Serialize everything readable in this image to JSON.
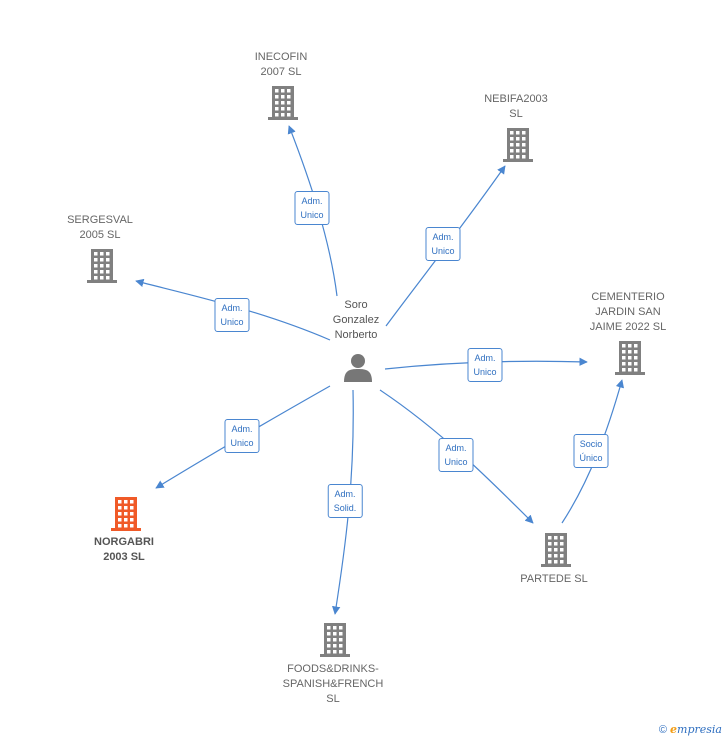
{
  "person": {
    "label": "Soro\nGonzalez\nNorberto",
    "icon": "person-icon"
  },
  "companies": [
    {
      "id": "inecofin",
      "label": "INECOFIN\n2007  SL",
      "icon": "building-icon",
      "color": "#808080"
    },
    {
      "id": "nebifa",
      "label": "NEBIFA2003\nSL",
      "icon": "building-icon",
      "color": "#808080"
    },
    {
      "id": "sergesval",
      "label": "SERGESVAL\n2005  SL",
      "icon": "building-icon",
      "color": "#808080"
    },
    {
      "id": "cementerio",
      "label": "CEMENTERIO\nJARDIN SAN\nJAIME 2022  SL",
      "icon": "building-icon",
      "color": "#808080"
    },
    {
      "id": "norgabri",
      "label": "NORGABRI\n2003  SL",
      "icon": "building-icon",
      "color": "#f05a28"
    },
    {
      "id": "partede",
      "label": "PARTEDE  SL",
      "icon": "building-icon",
      "color": "#808080"
    },
    {
      "id": "foods",
      "label": "FOODS&DRINKS-\nSPANISH&FRENCH\nSL",
      "icon": "building-icon",
      "color": "#808080"
    }
  ],
  "relations": [
    {
      "from": "person",
      "to": "inecofin",
      "label": "Adm.\nUnico"
    },
    {
      "from": "person",
      "to": "nebifa",
      "label": "Adm.\nUnico"
    },
    {
      "from": "person",
      "to": "sergesval",
      "label": "Adm.\nUnico"
    },
    {
      "from": "person",
      "to": "cementerio",
      "label": "Adm.\nUnico"
    },
    {
      "from": "person",
      "to": "norgabri",
      "label": "Adm.\nUnico"
    },
    {
      "from": "person",
      "to": "foods",
      "label": "Adm.\nSolid."
    },
    {
      "from": "person",
      "to": "partede",
      "label": "Adm.\nUnico"
    },
    {
      "from": "partede",
      "to": "cementerio",
      "label": "Socio\nÚnico"
    }
  ],
  "colors": {
    "edge": "#4a86d0",
    "building": "#808080",
    "highlight": "#f05a28",
    "person": "#777777"
  },
  "footer": {
    "copyright": "©",
    "brand_e": "e",
    "brand_rest": "mpresia"
  }
}
